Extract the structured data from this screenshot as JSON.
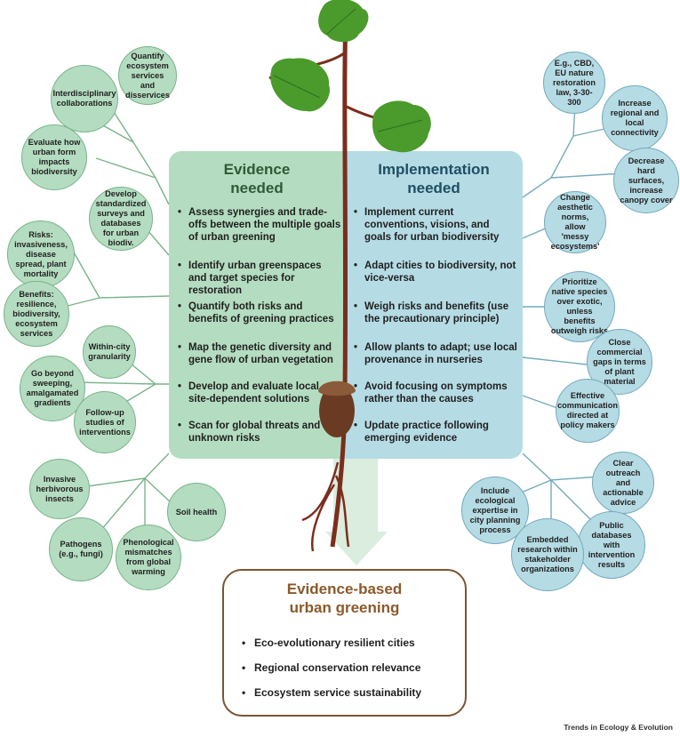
{
  "evidence": {
    "title_line1": "Evidence",
    "title_line2": "needed",
    "items": [
      "Assess synergies and trade-offs between the multiple goals of urban greening",
      "Identify urban greenspaces and target species for restoration",
      "Quantify both risks and benefits of greening practices",
      "Map the genetic diversity and gene flow of urban vegetation",
      "Develop and evaluate local, site-dependent solutions",
      "Scan for global threats and unknown risks"
    ],
    "bubbles": [
      "Quantify ecosystem services and disservices",
      "Interdisciplinary collaborations",
      "Evaluate how urban form impacts biodiversity",
      "Develop standardized surveys and databases for urban biodiv.",
      "Risks: invasiveness, disease spread, plant mortality",
      "Benefits: resilience, biodiversity, ecosystem services",
      "Within-city granularity",
      "Go beyond sweeping, amalgamated gradients",
      "Follow-up studies of interventions",
      "Invasive herbivorous insects",
      "Soil health",
      "Pathogens (e.g., fungi)",
      "Phenological mismatches from global warming"
    ]
  },
  "implementation": {
    "title_line1": "Implementation",
    "title_line2": "needed",
    "items": [
      "Implement current conventions, visions, and goals for urban biodiversity",
      "Adapt cities to biodiversity, not vice-versa",
      "Weigh risks and benefits (use the precautionary principle)",
      "Allow plants to adapt; use local provenance in nurseries",
      "Avoid focusing on symptoms rather than the causes",
      "Update practice following emerging evidence"
    ],
    "bubbles": [
      "E.g., CBD, EU nature restoration law, 3-30-300",
      "Increase regional and local connectivity",
      "Decrease hard surfaces, increase canopy cover",
      "Change aesthetic norms, allow 'messy ecosystems'",
      "Prioritize native species over exotic, unless benefits outweigh risks",
      "Close commercial gaps in terms of plant material",
      "Effective communication directed at policy makers",
      "Clear outreach and actionable advice",
      "Include ecological expertise in city planning process",
      "Public databases with intervention results",
      "Embedded research within stakeholder organizations"
    ]
  },
  "outcome": {
    "title_line1": "Evidence-based",
    "title_line2": "urban greening",
    "items": [
      "Eco-evolutionary resilient cities",
      "Regional conservation relevance",
      "Ecosystem service sustainability"
    ]
  },
  "credit": "Trends in Ecology & Evolution",
  "colors": {
    "evidence_fill": "#b4dcc0",
    "implementation_fill": "#b5dbe4",
    "evidence_title": "#2e5b36",
    "implementation_title": "#1f4e63",
    "outcome_accent": "#8a5a2b",
    "stem": "#7a2e1c",
    "leaf": "#4a9a2c"
  }
}
